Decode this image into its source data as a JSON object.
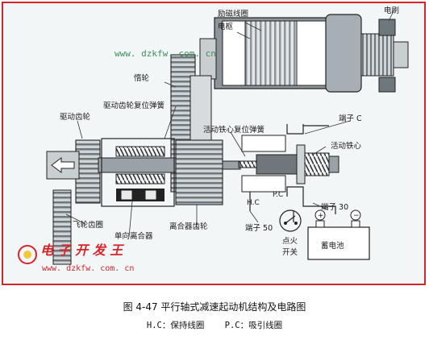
{
  "labels": {
    "field_coil": "励磁线圈",
    "armature": "电枢",
    "brush": "电刷",
    "idler_gear": "惰轮",
    "drive_gear_return_spring": "驱动齿轮复位弹簧",
    "drive_gear": "驱动齿轮",
    "plunger_return_spring": "活动铁心复位弹簧",
    "terminal_c": "端子 C",
    "plunger": "活动铁心",
    "hc": "H.C",
    "pc": "P.C",
    "terminal_30": "端子 30",
    "terminal_50": "端子 50",
    "flywheel_ring_gear": "飞轮齿圈",
    "one_way_clutch": "单向离合器",
    "clutch_gear": "离合器齿轮",
    "ignition_switch_line1": "点火",
    "ignition_switch_line2": "开关",
    "battery": "蓄电池",
    "plus_sign": "+",
    "minus_sign": "−"
  },
  "watermark": {
    "url_top": "www. dzkfw. com. cn",
    "logo_text": "电 子 开 发 王",
    "url_bottom": "www. dzkfw. com. cn"
  },
  "caption": "图 4-47  平行轴式减速起动机结构及电路图",
  "legend": "H.C：保持线圈    P.C：吸引线圈",
  "colors": {
    "accent": "#d5252a",
    "ink": "#1b1b1b",
    "metal": "#9aa2a8"
  }
}
